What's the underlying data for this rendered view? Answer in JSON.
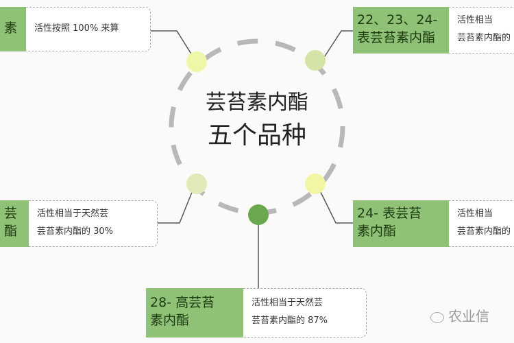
{
  "center": {
    "line1": "芸苔素内酯",
    "line2": "五个品种"
  },
  "nodes": [
    {
      "title": [
        "素"
      ],
      "note": [
        "活性按照 100% 来算"
      ]
    },
    {
      "title": [
        "22、23、24-",
        "表芸苔素内酯"
      ],
      "note": [
        "活性相当",
        "芸苔素内酯的"
      ]
    },
    {
      "title": [
        "芸",
        "酯"
      ],
      "note": [
        "活性相当于天然芸",
        "芸苔素内酯的 30%"
      ]
    },
    {
      "title": [
        "24- 表芸苔",
        "素内酯"
      ],
      "note": [
        "活性相当",
        "芸苔素内酯的"
      ]
    },
    {
      "title": [
        "28- 高芸苔",
        "素内酯"
      ],
      "note": [
        "活性相当于天然芸",
        "芸苔素内酯的 87%"
      ]
    }
  ],
  "watermark": "农业信",
  "colors": {
    "green": "#8fc276",
    "dark_green": "#6aa84f",
    "ring": "#b5b5b5"
  }
}
